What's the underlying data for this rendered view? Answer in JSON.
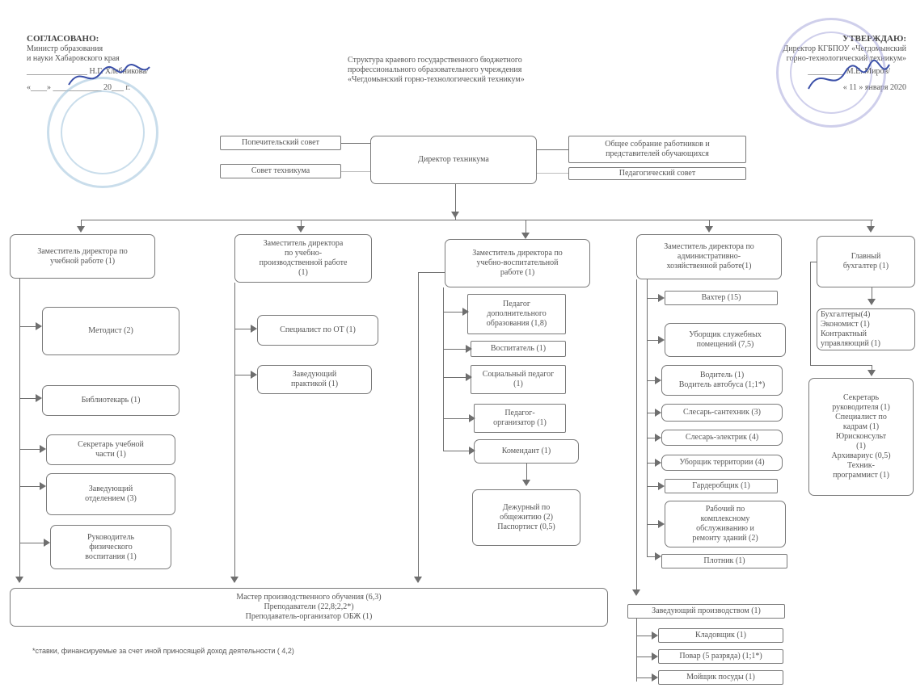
{
  "header": {
    "left_title": "СОГЛАСОВАНО:",
    "left_line1": "Министр образования",
    "left_line2": "и науки Хабаровского края",
    "left_line3": "_______________ Н.Г. Хлебникова/",
    "left_line4": "«____» ____________ 20___ г.",
    "center_line1": "Структура краевого государственного бюджетного",
    "center_line2": "профессионального образовательного учреждения",
    "center_line3": "«Чегдомынский горно-технологический техникум»",
    "right_title": "УТВЕРЖДАЮ:",
    "right_line1": "Директор КГБПОУ «Чегдомынский",
    "right_line2": "горно-технологический техникум»",
    "right_line3": "_________ М.Е. Миров/",
    "right_line4": "« 11 » января 2020"
  },
  "top": {
    "trustees": "Попечительский совет",
    "council": "Совет техникума",
    "director": "Директор техникума",
    "general_meeting": "Общее собрание работников и\nпредставителей обучающихся",
    "ped_council": "Педагогический совет"
  },
  "columns": {
    "c1_head": "Заместитель директора по\nучебной работе (1)",
    "c1_items": [
      "Методист (2)",
      "Библиотекарь (1)",
      "Секретарь учебной\nчасти (1)",
      "Заведующий\nотделением (3)",
      "Руководитель\nфизического\nвоспитания (1)"
    ],
    "c2_head": "Заместитель директора\nпо учебно-\nпроизводственной работе\n(1)",
    "c2_items": [
      "Специалист по ОТ (1)",
      "Заведующий\nпрактикой (1)"
    ],
    "c3_head": "Заместитель директора по\nучебно-воспитательной\nработе (1)",
    "c3_items": [
      "Педагог\nдополнительного\nобразования (1,8)",
      "Воспитатель (1)",
      "Социальный педагог\n(1)",
      "Педагог-\nорганизатор (1)",
      "Комендант (1)"
    ],
    "c3_sub": "Дежурный по\nобщежитию (2)\nПаспортист (0,5)",
    "c4_head": "Заместитель директора по\nадминистративно-\nхозяйственной работе(1)",
    "c4_items": [
      "Вахтер (15)",
      "Уборщик служебных\nпомещений (7,5)",
      "Водитель (1)\nВодитель автобуса (1;1*)",
      "Слесарь-сантехник (3)",
      "Слесарь-электрик (4)",
      "Уборщик территории (4)",
      "Гардеробщик (1)",
      "Рабочий по\nкомплексному\nобслуживанию и\nремонту зданий (2)",
      "Плотник (1)"
    ],
    "c5_head": "Главный\nбухгалтер (1)",
    "c5_items": "Бухгалтеры(4)\nЭкономист (1)\nКонтрактный\nуправляющий (1)",
    "c5_sub": "Секретарь\nруководителя (1)\nСпециалист по\nкадрам (1)\nЮрисконсульт\n(1)\nАрхивариус (0,5)\nТехник-\nпрограммист (1)"
  },
  "bottom": {
    "masters": "Мастер производственного обучения (6,3)\nПреподаватели (22,8;2,2*)\nПреподаватель-организатор ОБЖ (1)",
    "production_head": "Заведующий производством (1)",
    "production_items": [
      "Кладовщик (1)",
      "Повар (5 разряда) (1;1*)",
      "Мойщик посуды (1)"
    ],
    "footnote": "*ставки, финансируемые за счет иной приносящей доход деятельности ( 4,2)"
  },
  "colors": {
    "line": "#6f6f6f",
    "stamp": "#8f8fd0",
    "stamp_left": "#7fb0cc",
    "signature": "#3a4fa8"
  }
}
